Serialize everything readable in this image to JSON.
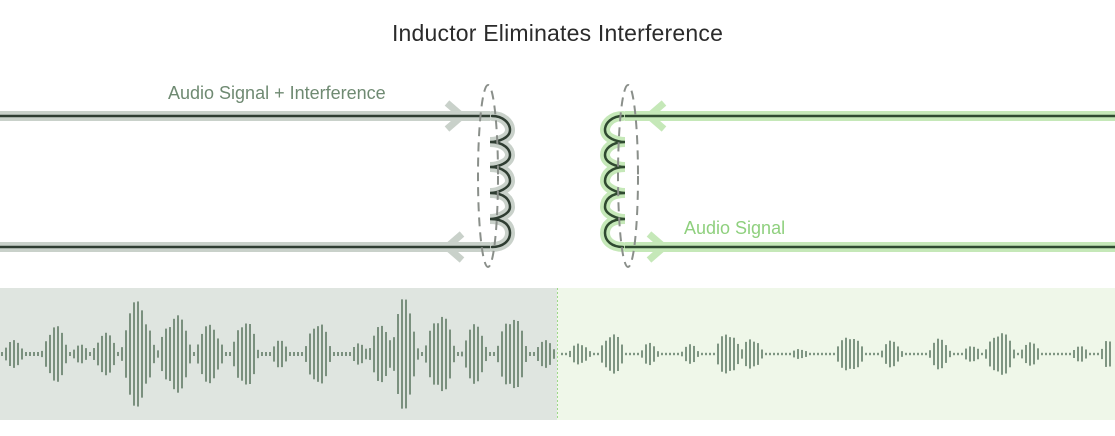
{
  "title": "Inductor Eliminates Interference",
  "left_circuit": {
    "label": "Audio Signal + Interference",
    "label_color": "#6f8a72",
    "wire_color": "#2f3d32",
    "halo_color": "#c9d1ca"
  },
  "right_circuit": {
    "label": "Audio Signal",
    "label_color": "#8fd07e",
    "wire_color": "#2f4a30",
    "halo_color": "#c5e8b8"
  },
  "core_color": "#8a8f8a",
  "waveform": {
    "left_panel_color": "#dfe5e0",
    "right_panel_color": "#eff7e9",
    "divider_color": "#9ed88a",
    "wave_color": "#4f6b55"
  }
}
